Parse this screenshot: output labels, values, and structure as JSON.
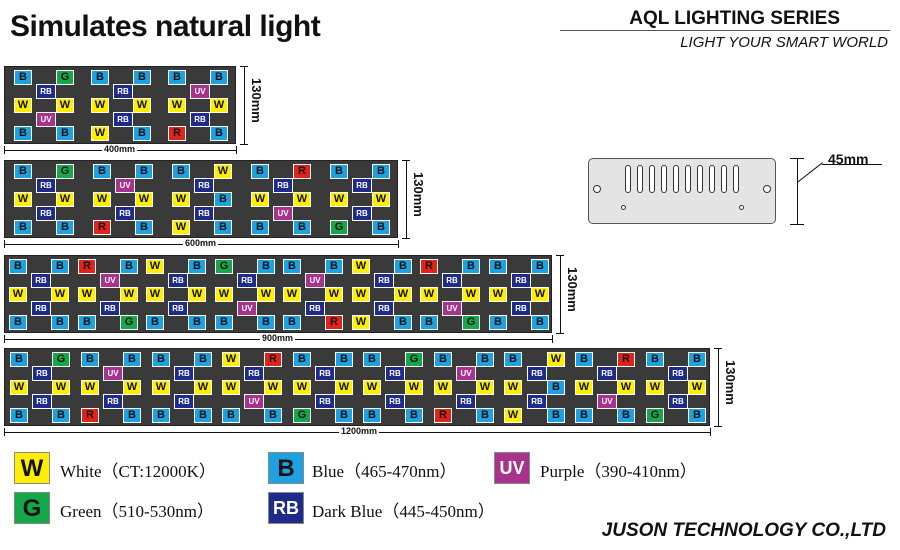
{
  "header": {
    "title": "Simulates natural light",
    "brand": "AQL LIGHTING SERIES",
    "tagline": "LIGHT YOUR SMART WORLD"
  },
  "strips": [
    {
      "length": "400mm",
      "height": "130mm",
      "patterns": [
        "A1",
        "A2",
        "A3"
      ]
    },
    {
      "length": "600mm",
      "height": "130mm",
      "patterns": [
        "B1",
        "B2",
        "B3",
        "B4",
        "B5"
      ]
    },
    {
      "length": "900mm",
      "height": "130mm",
      "patterns": [
        "C1",
        "C2",
        "C3",
        "C4",
        "C5",
        "C6",
        "C7",
        "C8"
      ]
    },
    {
      "length": "1200mm",
      "height": "130mm",
      "patterns": [
        "D1",
        "D2",
        "D3",
        "D4",
        "D5",
        "D6",
        "D7",
        "D8",
        "D9",
        "D10"
      ]
    }
  ],
  "patterns": {
    "A1": [
      "B",
      "G",
      "RB",
      "W",
      "W",
      "UV",
      "B",
      "B"
    ],
    "A2": [
      "B",
      "B",
      "RB",
      "W",
      "W",
      "RB",
      "W",
      "B"
    ],
    "A3": [
      "B",
      "B",
      "UV",
      "W",
      "W",
      "RB",
      "R",
      "B"
    ],
    "B1": [
      "B",
      "G",
      "RB",
      "W",
      "W",
      "RB",
      "B",
      "B"
    ],
    "B2": [
      "B",
      "B",
      "UV",
      "W",
      "W",
      "RB",
      "R",
      "B"
    ],
    "B3": [
      "B",
      "W",
      "RB",
      "W",
      "B",
      "RB",
      "W",
      "B"
    ],
    "B4": [
      "B",
      "R",
      "RB",
      "W",
      "W",
      "UV",
      "B",
      "B"
    ],
    "B5": [
      "B",
      "B",
      "RB",
      "W",
      "W",
      "RB",
      "G",
      "B"
    ],
    "C1": [
      "B",
      "B",
      "RB",
      "W",
      "W",
      "RB",
      "B",
      "B"
    ],
    "C2": [
      "R",
      "B",
      "UV",
      "W",
      "W",
      "RB",
      "B",
      "G"
    ],
    "C3": [
      "W",
      "B",
      "RB",
      "W",
      "W",
      "RB",
      "B",
      "B"
    ],
    "C4": [
      "G",
      "B",
      "RB",
      "W",
      "W",
      "UV",
      "B",
      "B"
    ],
    "C5": [
      "B",
      "B",
      "UV",
      "W",
      "W",
      "RB",
      "B",
      "R"
    ],
    "C6": [
      "W",
      "B",
      "RB",
      "W",
      "W",
      "RB",
      "W",
      "B"
    ],
    "C7": [
      "R",
      "B",
      "RB",
      "W",
      "W",
      "UV",
      "B",
      "G"
    ],
    "C8": [
      "B",
      "B",
      "RB",
      "W",
      "W",
      "RB",
      "B",
      "B"
    ],
    "D1": [
      "B",
      "G",
      "RB",
      "W",
      "W",
      "RB",
      "B",
      "B"
    ],
    "D2": [
      "B",
      "B",
      "UV",
      "W",
      "W",
      "RB",
      "R",
      "B"
    ],
    "D3": [
      "B",
      "B",
      "RB",
      "W",
      "W",
      "RB",
      "B",
      "B"
    ],
    "D4": [
      "W",
      "R",
      "RB",
      "W",
      "W",
      "UV",
      "B",
      "B"
    ],
    "D5": [
      "B",
      "B",
      "RB",
      "W",
      "W",
      "RB",
      "G",
      "B"
    ],
    "D6": [
      "B",
      "G",
      "RB",
      "W",
      "W",
      "RB",
      "B",
      "B"
    ],
    "D7": [
      "B",
      "B",
      "UV",
      "W",
      "W",
      "RB",
      "R",
      "B"
    ],
    "D8": [
      "B",
      "W",
      "RB",
      "W",
      "B",
      "RB",
      "W",
      "B"
    ],
    "D9": [
      "B",
      "R",
      "RB",
      "W",
      "W",
      "UV",
      "B",
      "B"
    ],
    "D10": [
      "B",
      "B",
      "RB",
      "W",
      "W",
      "RB",
      "G",
      "B"
    ]
  },
  "driver": {
    "height": "45mm"
  },
  "legend": [
    {
      "code": "W",
      "label": "White（CT:12000K）",
      "color": "#ffee00"
    },
    {
      "code": "B",
      "label": "Blue（465-470nm）",
      "color": "#1da1e0"
    },
    {
      "code": "UV",
      "label": "Purple（390-410nm）",
      "color": "#a8328c"
    },
    {
      "code": "G",
      "label": "Green（510-530nm）",
      "color": "#15a84a"
    },
    {
      "code": "RB",
      "label": "Dark Blue（445-450nm）",
      "color": "#1f2b8a"
    }
  ],
  "footer": "JUSON TECHNOLOGY CO.,LTD"
}
